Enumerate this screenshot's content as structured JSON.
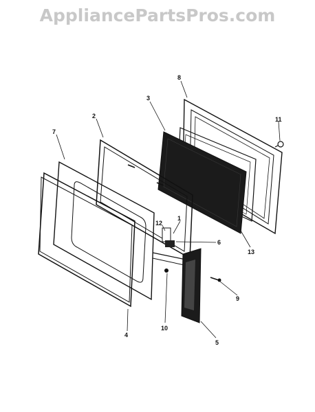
{
  "watermark": "AppliancePartsPros.com",
  "callouts": {
    "p1": "1",
    "p2": "2",
    "p3": "3",
    "p4": "4",
    "p5": "5",
    "p6": "6",
    "p7": "7",
    "p8": "8",
    "p9": "9",
    "p10": "10",
    "p11": "11",
    "p12": "12",
    "p13": "13"
  }
}
